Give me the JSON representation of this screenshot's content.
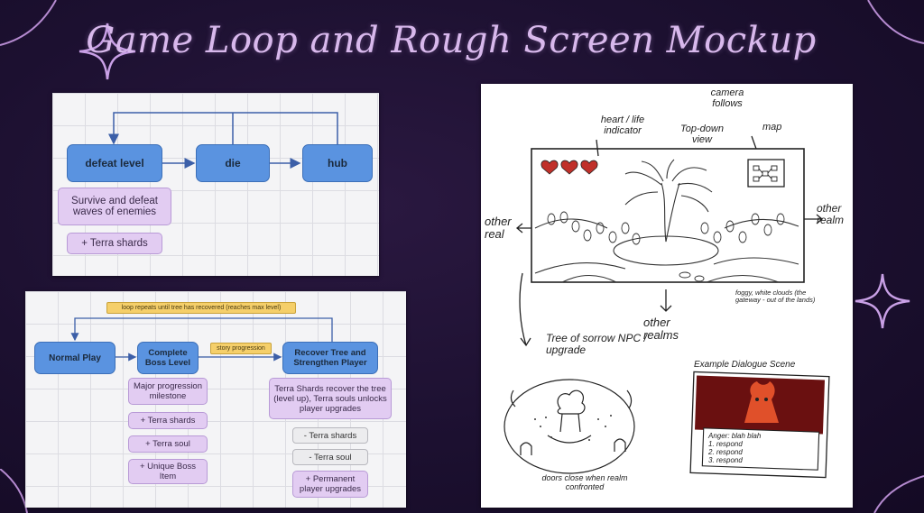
{
  "title": "Game Loop and Rough Screen Mockup",
  "loop1": {
    "nodes": {
      "defeat": "defeat level",
      "die": "die",
      "hub": "hub"
    },
    "notes": {
      "survive": "Survive and defeat waves of enemies",
      "shards": "+ Terra shards"
    }
  },
  "loop2": {
    "banner": "loop repeats until tree has recovered (reaches max level)",
    "story_tag": "story progression",
    "nodes": {
      "normal": "Normal Play",
      "boss": "Complete Boss Level",
      "recover": "Recover Tree and Strengthen Player"
    },
    "boss_notes": [
      "Major progression milestone",
      "+ Terra shards",
      "+ Terra soul",
      "+ Unique Boss Item"
    ],
    "recover_note": "Terra Shards recover the tree (level up), Terra souls unlocks player upgrades",
    "recover_items": [
      "- Terra shards",
      "- Terra soul",
      "+ Permanent player upgrades"
    ]
  },
  "sketch": {
    "heart": "heart / life indicator",
    "camera": "camera follows",
    "topdown": "Top-down view",
    "map": "map",
    "other_realm_left": "other real",
    "other_realm_right": "other realm",
    "other_realms_bottom": "other realms",
    "foggy": "foggy, white clouds (the gateway - out of the lands)",
    "tree": "Tree of sorrow NPC / upgrade",
    "doors": "doors close when realm confronted",
    "dialogue_title": "Example Dialogue Scene",
    "dialogue_text": "Anger: blah blah",
    "responses": [
      "1. respond",
      "2. respond",
      "3. respond"
    ]
  }
}
